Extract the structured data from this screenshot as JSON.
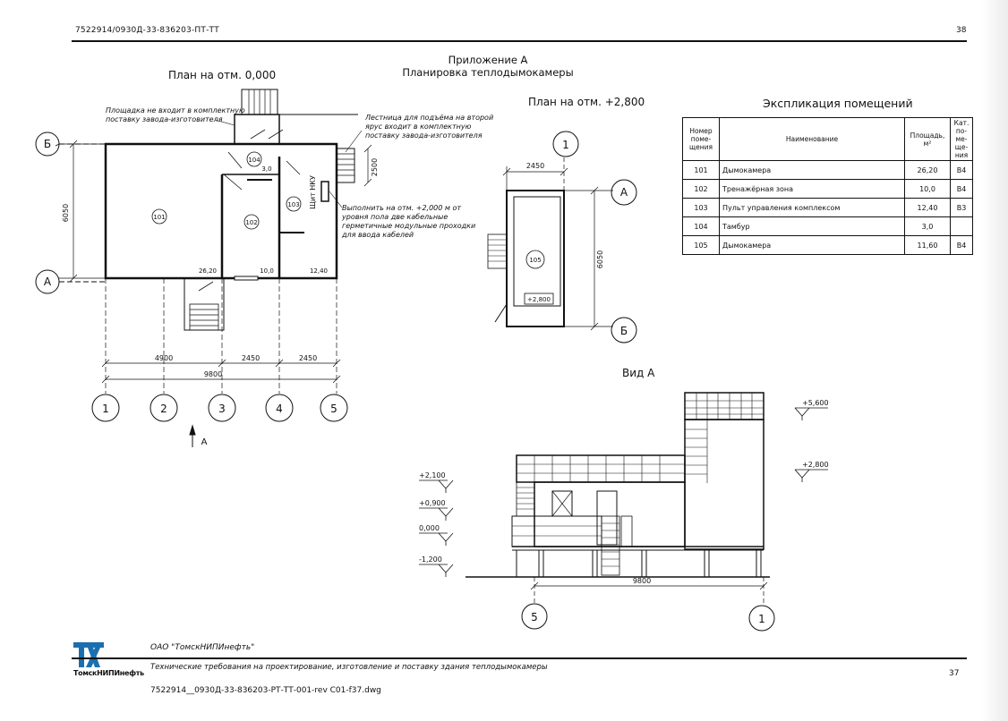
{
  "header": {
    "doc_code": "7522914/0930Д-33-836203-ПТ-ТТ",
    "page_top": "38"
  },
  "title": {
    "appendix": "Приложение А",
    "subtitle": "Планировка тепл­одымокамеры"
  },
  "plan_ground": {
    "label": "План на отм. 0,000",
    "note_platform": [
      "Площадка не входит в комплектную",
      "поставку завода-изготовителя"
    ],
    "note_stairs": [
      "Лестница для подъёма на второй",
      "ярус входит в комплектную",
      "поставку завода-изготовителя"
    ],
    "note_cables": [
      "Выполнить на отм. +2,000 м от",
      "уровня пола две кабельные",
      "герметичные модульные проходки",
      "для ввода кабелей"
    ],
    "shield_label": "Щит НКУ",
    "rooms": [
      "101",
      "102",
      "103",
      "104"
    ],
    "areas": [
      "26,20",
      "10,0",
      "12,40",
      "3,0"
    ],
    "dims": {
      "height": "6050",
      "stair": "2500",
      "d1": "4900",
      "d2": "2450",
      "d3": "2450",
      "total": "9800"
    },
    "axes_v": [
      "Б",
      "А"
    ],
    "axes_h": [
      "1",
      "2",
      "3",
      "4",
      "5"
    ],
    "view_arrow": "А"
  },
  "plan_upper": {
    "label": "План на отм. +2,800",
    "room": "105",
    "level": "+2,800",
    "dims": {
      "width": "2450",
      "height": "6050"
    },
    "axis_top": "1",
    "axes_v": [
      "А",
      "Б"
    ]
  },
  "explication": {
    "title": "Экспликация помещений",
    "headers": [
      "Номер поме-щения",
      "Наименование",
      "Площадь, м²",
      "Кат. по-ме-ще-ния"
    ],
    "rows": [
      [
        "101",
        "Дымокамера",
        "26,20",
        "В4"
      ],
      [
        "102",
        "Тренажёрная зона",
        "10,0",
        "В4"
      ],
      [
        "103",
        "Пульт управления комплексом",
        "12,40",
        "В3"
      ],
      [
        "104",
        "Тамбур",
        "3,0",
        ""
      ],
      [
        "105",
        "Дымокамера",
        "11,60",
        "В4"
      ]
    ]
  },
  "view_a": {
    "label": "Вид А",
    "levels": [
      "+5,600",
      "+2,800",
      "+2,100",
      "+0,900",
      "0,000",
      "-1,200"
    ],
    "dim_total": "9800",
    "axes": [
      "5",
      "1"
    ]
  },
  "footer": {
    "org": "ОАО \"ТомскНИПИнефть\"",
    "title": "Технические требования на проектирование, изготовление и поставку здания теплодымокамеры",
    "page": "37",
    "path": "7522914__0930Д-33-836203-РТ-ТТ-001-rev С01-f37.dwg",
    "logo_text": "ТомскНИПИнефть"
  }
}
